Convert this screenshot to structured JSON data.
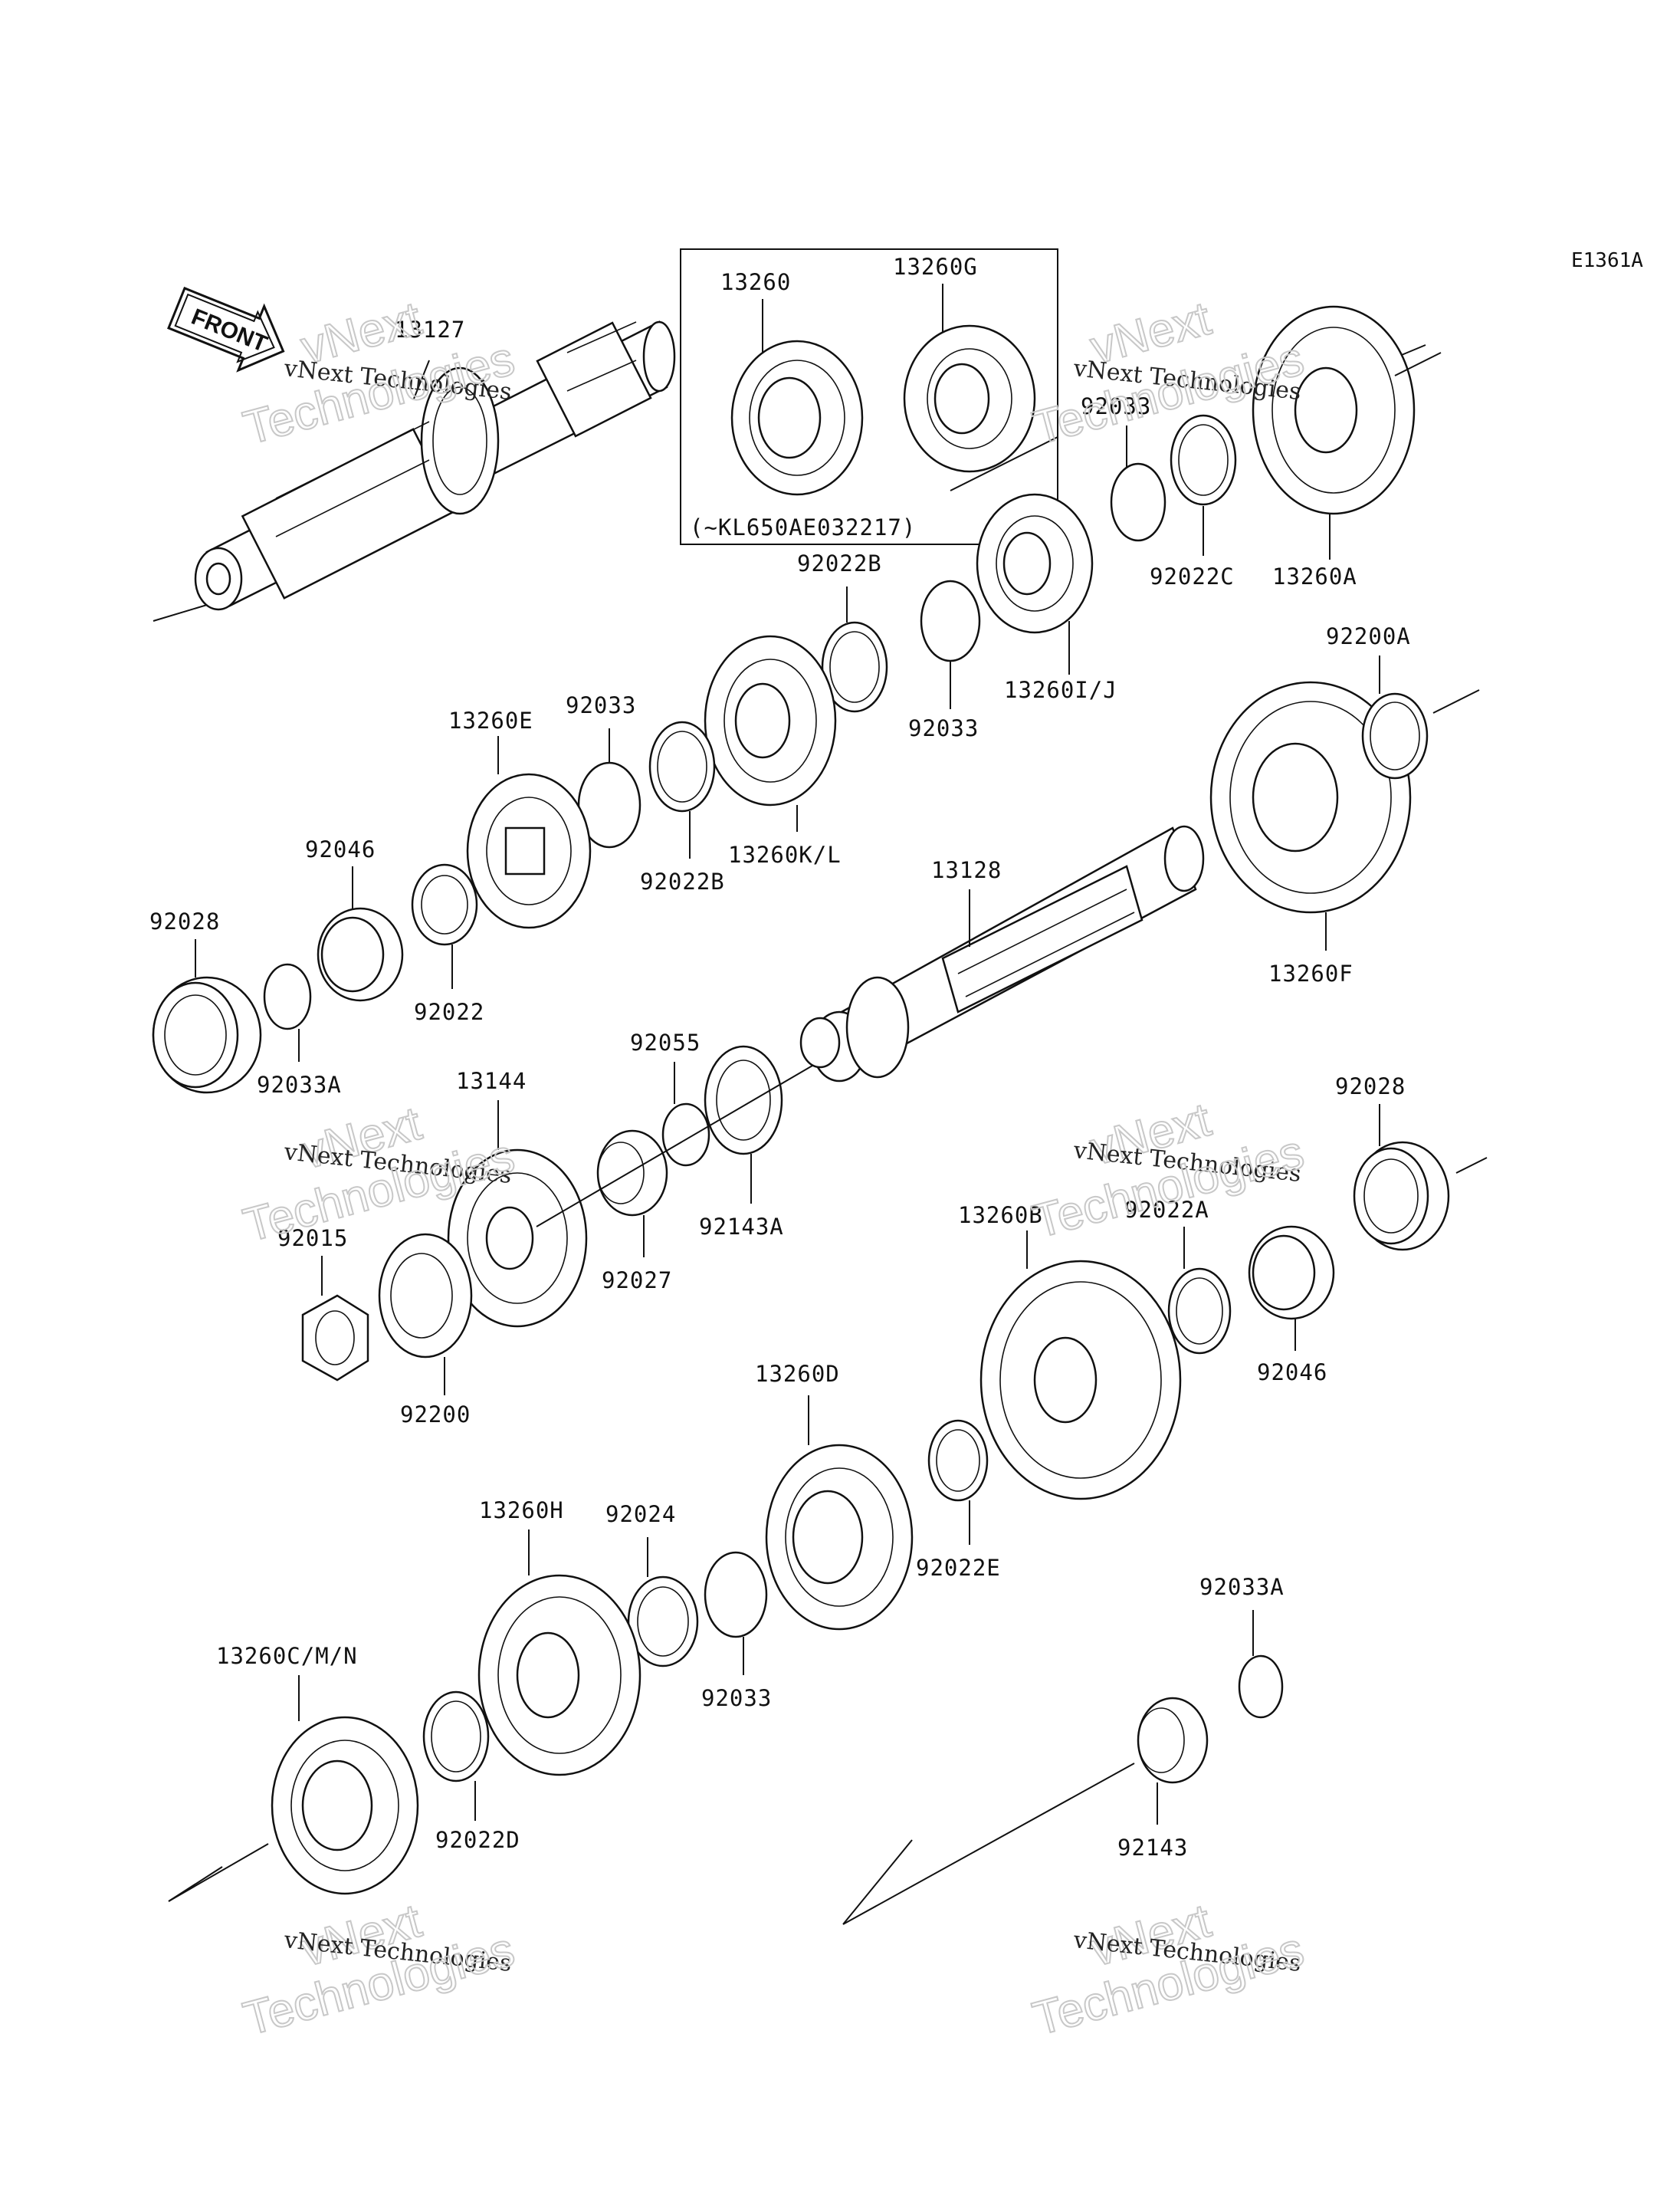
{
  "diagram_code": "E1361A",
  "front_label": "FRONT",
  "inset_box": {
    "part_left": "13260",
    "part_right": "13260G",
    "caption": "(~KL650AE032217)"
  },
  "watermark": {
    "line1": "vNext Technologies",
    "line2": "vNext",
    "line3": "Technologies"
  },
  "parts": {
    "p13127": "13127",
    "p92033_top": "92033",
    "p13260A": "13260A",
    "p92022C": "92022C",
    "p92022B_top": "92022B",
    "p13260IJ": "13260I/J",
    "p92033_mid": "92033",
    "p92200A": "92200A",
    "p13260E": "13260E",
    "p92033_left": "92033",
    "p13260KL": "13260K/L",
    "p92022B_low": "92022B",
    "p92046_left": "92046",
    "p92028_left": "92028",
    "p92022": "92022",
    "p92033A_left": "92033A",
    "p13128": "13128",
    "p13260F": "13260F",
    "p92055": "92055",
    "p13144": "13144",
    "p92143A": "92143A",
    "p92027": "92027",
    "p92015": "92015",
    "p92200": "92200",
    "p92028_right": "92028",
    "p13260B": "13260B",
    "p92022A": "92022A",
    "p92046_right": "92046",
    "p13260D": "13260D",
    "p92022E": "92022E",
    "p13260H": "13260H",
    "p92024": "92024",
    "p92033_bottom": "92033",
    "p13260CMN": "13260C/M/N",
    "p92022D": "92022D",
    "p92033A_right": "92033A",
    "p92143": "92143"
  }
}
